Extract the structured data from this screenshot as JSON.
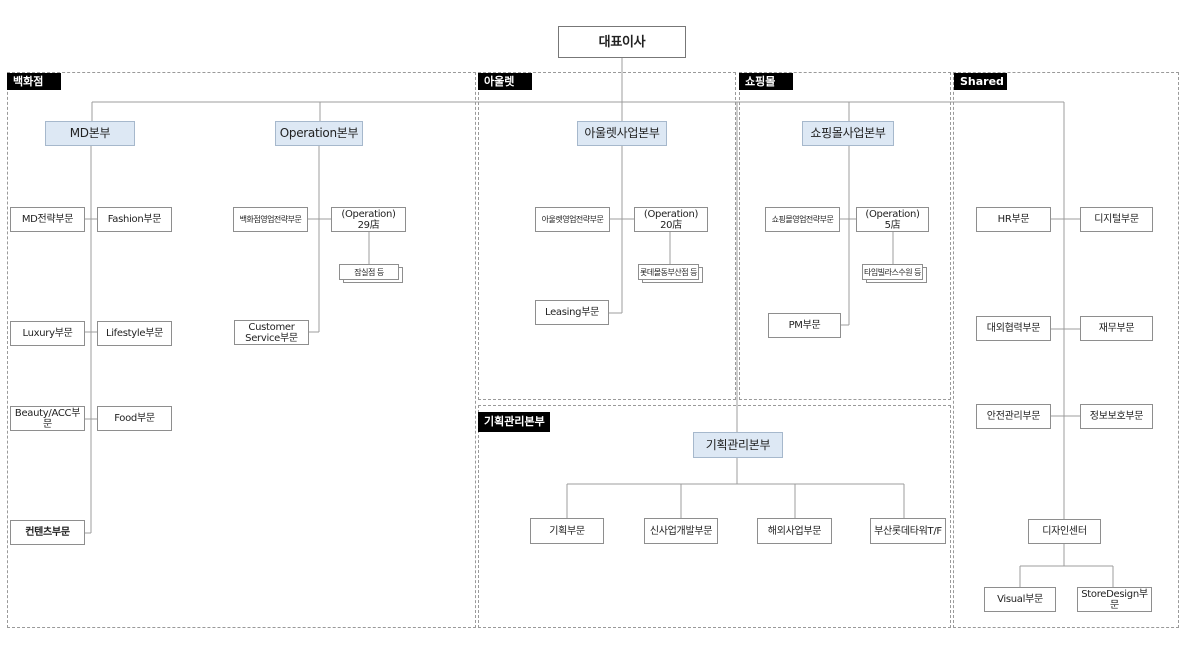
{
  "ceo": "대표이사",
  "sections": {
    "dept": "백화점",
    "outlet": "아울렛",
    "mall": "쇼핑몰",
    "shared": "Shared",
    "planning": "기획관리본부"
  },
  "dept": {
    "md_hq": "MD본부",
    "op_hq": "Operation본부",
    "md_strategy": "MD전략부문",
    "fashion": "Fashion부문",
    "luxury": "Luxury부문",
    "lifestyle": "Lifestyle부문",
    "beauty": "Beauty/ACC부문",
    "food": "Food부문",
    "contents": "컨텐츠부문",
    "sales_strategy": "백화점영업전략부문",
    "operation": "(Operation)\n29店",
    "stores": "잠실점 등",
    "customer_service": "Customer\nService부문"
  },
  "outlet": {
    "hq": "아울렛사업본부",
    "sales_strategy": "아울렛영업전략부문",
    "operation": "(Operation)\n20店",
    "stores": "롯데몰동부산점 등",
    "leasing": "Leasing부문"
  },
  "mall": {
    "hq": "쇼핑몰사업본부",
    "sales_strategy": "쇼핑몰영업전략부문",
    "operation": "(Operation)\n5店",
    "stores": "타임빌라스수원 등",
    "pm": "PM부문"
  },
  "shared": {
    "hr": "HR부문",
    "digital": "디지털부문",
    "external": "대외협력부문",
    "finance": "재무부문",
    "safety": "안전관리부문",
    "infosec": "정보보호부문",
    "design_center": "디자인센터",
    "visual": "Visual부문",
    "store_design": "StoreDesign부문"
  },
  "planning": {
    "hq": "기획관리본부",
    "planning_div": "기획부문",
    "new_biz": "신사업개발부문",
    "overseas": "해외사업부문",
    "busan_tf": "부산롯데타워T/F"
  }
}
